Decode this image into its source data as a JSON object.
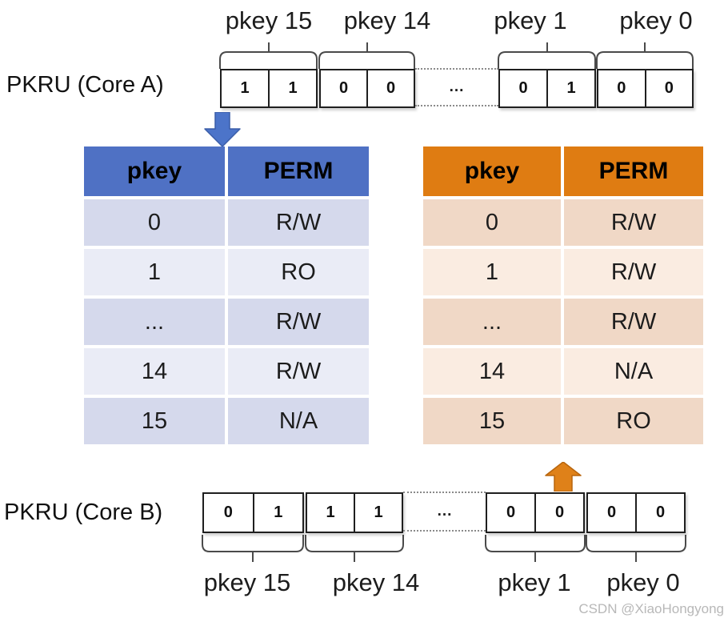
{
  "colors": {
    "blue_accent": "#4F71C4",
    "blue_row_dark": "#D5D9EC",
    "blue_row_light": "#EAECF6",
    "orange_accent": "#DF7C12",
    "orange_row_dark": "#F0D8C6",
    "orange_row_light": "#FAECE1",
    "blue_arrow": "#4C74C9",
    "orange_arrow": "#DF8119"
  },
  "top_register": {
    "title": "PKRU (Core A)",
    "labels": [
      "pkey 15",
      "pkey 14",
      "pkey 1",
      "pkey 0"
    ],
    "bits": [
      "1",
      "1",
      "0",
      "0",
      "0",
      "1",
      "0",
      "0"
    ],
    "ellipsis": "..."
  },
  "bottom_register": {
    "title": "PKRU (Core B)",
    "labels": [
      "pkey 15",
      "pkey 14",
      "pkey 1",
      "pkey 0"
    ],
    "bits": [
      "0",
      "1",
      "1",
      "1",
      "0",
      "0",
      "0",
      "0"
    ],
    "ellipsis": "..."
  },
  "blue_table": {
    "headers": [
      "pkey",
      "PERM"
    ],
    "rows": [
      [
        "0",
        "R/W"
      ],
      [
        "1",
        "RO"
      ],
      [
        "...",
        "R/W"
      ],
      [
        "14",
        "R/W"
      ],
      [
        "15",
        "N/A"
      ]
    ]
  },
  "orange_table": {
    "headers": [
      "pkey",
      "PERM"
    ],
    "rows": [
      [
        "0",
        "R/W"
      ],
      [
        "1",
        "R/W"
      ],
      [
        "...",
        "R/W"
      ],
      [
        "14",
        "N/A"
      ],
      [
        "15",
        "RO"
      ]
    ]
  },
  "watermark": "CSDN @XiaoHongyong"
}
